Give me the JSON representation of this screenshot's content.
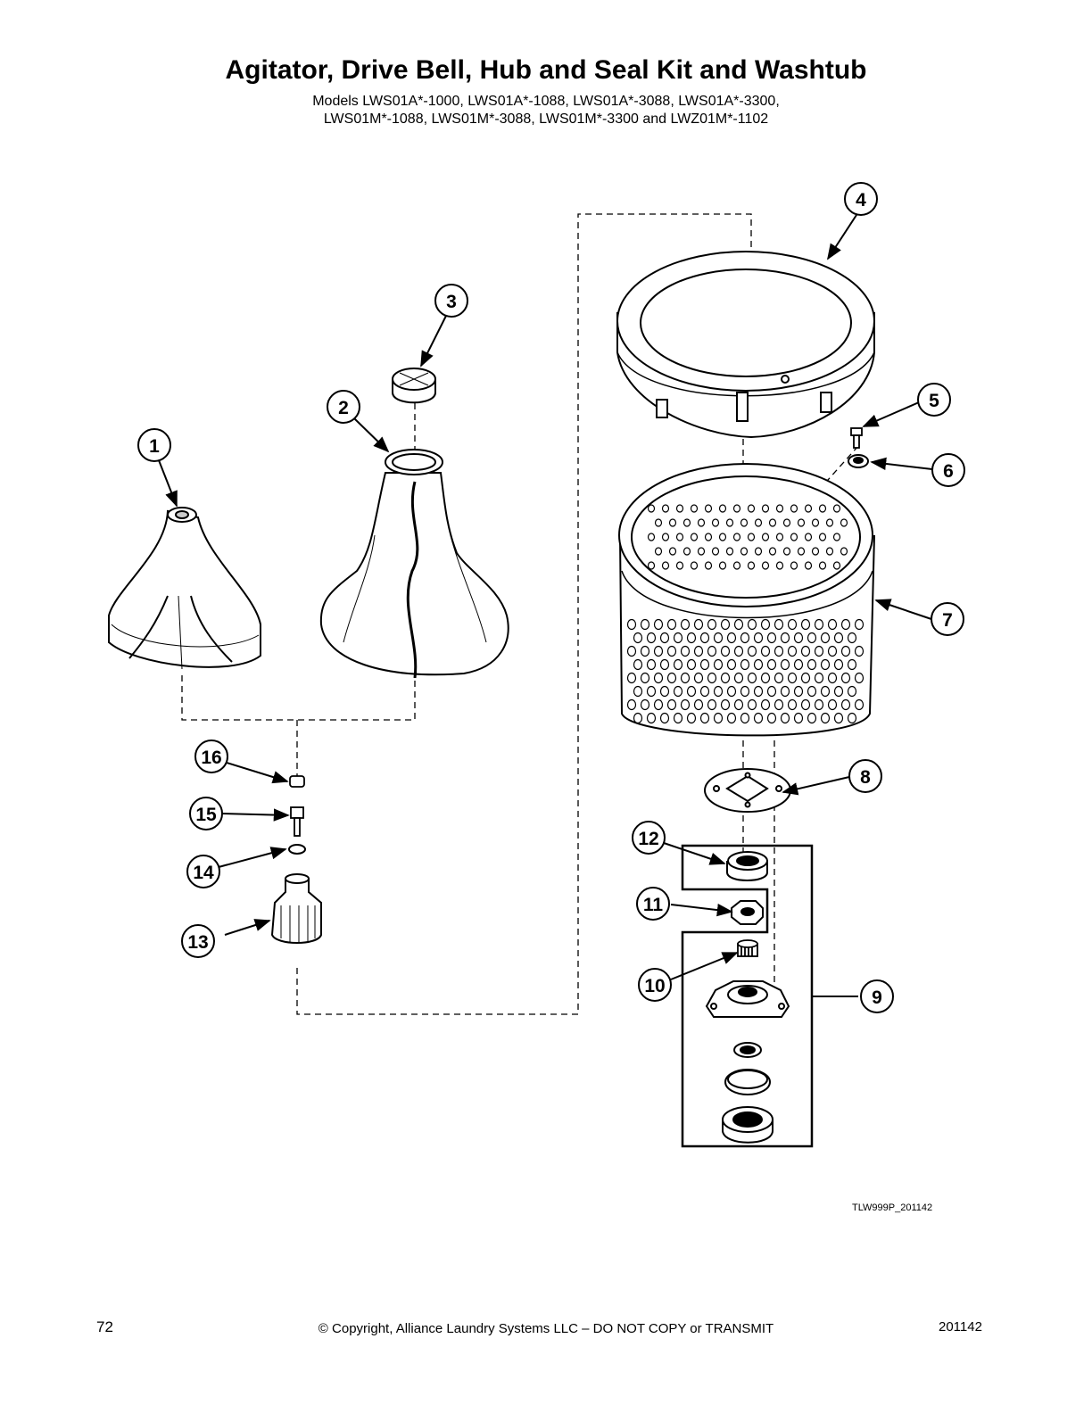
{
  "title": "Agitator, Drive Bell, Hub and Seal Kit and Washtub",
  "models": {
    "line1": "Models LWS01A*-1000, LWS01A*-1088, LWS01A*-3088, LWS01A*-3300,",
    "line2": "LWS01M*-1088, LWS01M*-3088, LWS01M*-3300 and LWZ01M*-1102"
  },
  "callouts": {
    "c1": "1",
    "c2": "2",
    "c3": "3",
    "c4": "4",
    "c5": "5",
    "c6": "6",
    "c7": "7",
    "c8": "8",
    "c9": "9",
    "c10": "10",
    "c11": "11",
    "c12": "12",
    "c13": "13",
    "c14": "14",
    "c15": "15",
    "c16": "16"
  },
  "drawing_id": "TLW999P_201142",
  "footer": {
    "page_number": "72",
    "copyright": "© Copyright, Alliance Laundry Systems LLC – DO NOT COPY or TRANSMIT",
    "doc_code": "201142"
  }
}
